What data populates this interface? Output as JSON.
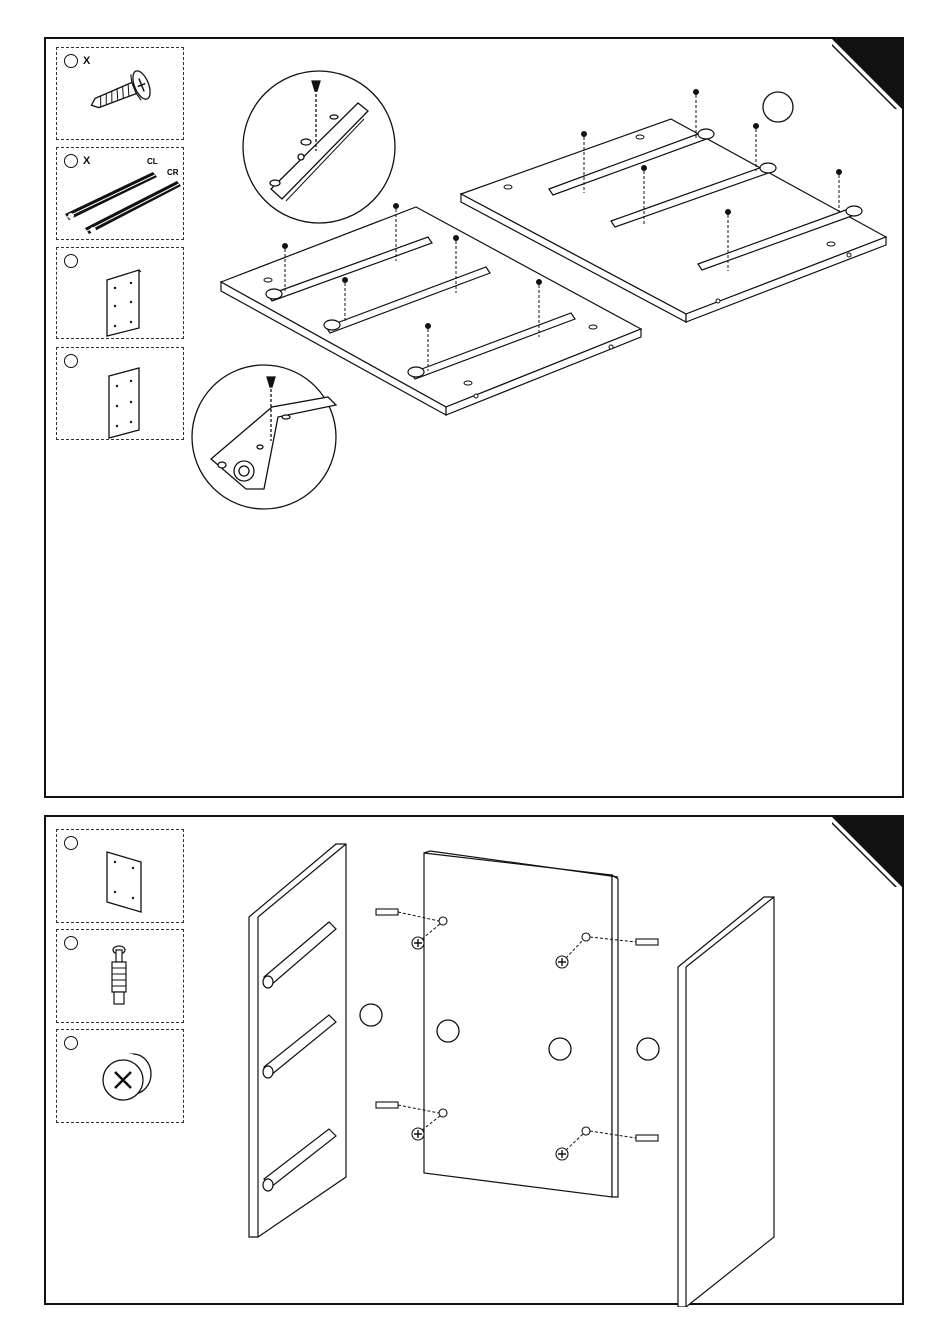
{
  "step1": {
    "parts": [
      {
        "id": "screw",
        "icon": "countersunk-screw-icon",
        "qty": "X"
      },
      {
        "id": "drawer-runners",
        "icon": "drawer-runner-pair-icon",
        "qty": "X",
        "left_label": "CL",
        "right_label": "CR"
      },
      {
        "id": "panel-a",
        "icon": "drilled-panel-icon",
        "qty": ""
      },
      {
        "id": "panel-b",
        "icon": "drilled-panel-icon",
        "qty": ""
      }
    ]
  },
  "step2": {
    "parts": [
      {
        "id": "panel-c",
        "icon": "drilled-panel-icon",
        "qty": ""
      },
      {
        "id": "cam-dowel",
        "icon": "cam-dowel-icon",
        "qty": ""
      },
      {
        "id": "cam-lock",
        "icon": "cam-lock-icon",
        "qty": ""
      }
    ]
  }
}
